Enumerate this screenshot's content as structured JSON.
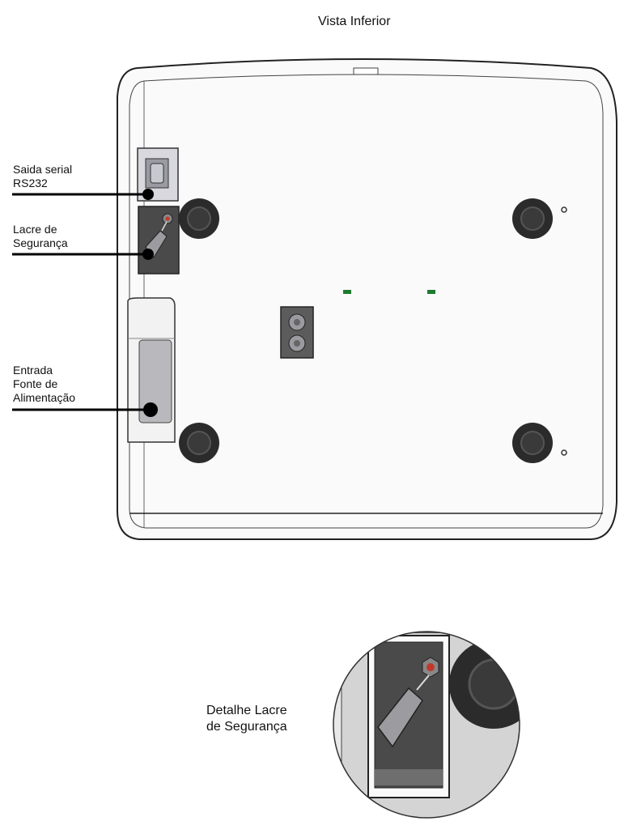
{
  "title": "Vista Inferior",
  "labels": {
    "serial_line1": "Saida serial",
    "serial_line2": "RS232",
    "seal_line1": "Lacre de",
    "seal_line2": "Segurança",
    "power_line1": "Entrada",
    "power_line2": "Fonte de",
    "power_line3": "Alimentação"
  },
  "detail": {
    "line1": "Detalhe Lacre",
    "line2": "de Segurança"
  },
  "colors": {
    "outline": "#222222",
    "foot": "#2b2b2b",
    "panel_gray": "#9a9aa3",
    "seal_dark": "#4a4a4a",
    "led_green": "#1e7a2e",
    "seal_red": "#c0392b"
  }
}
